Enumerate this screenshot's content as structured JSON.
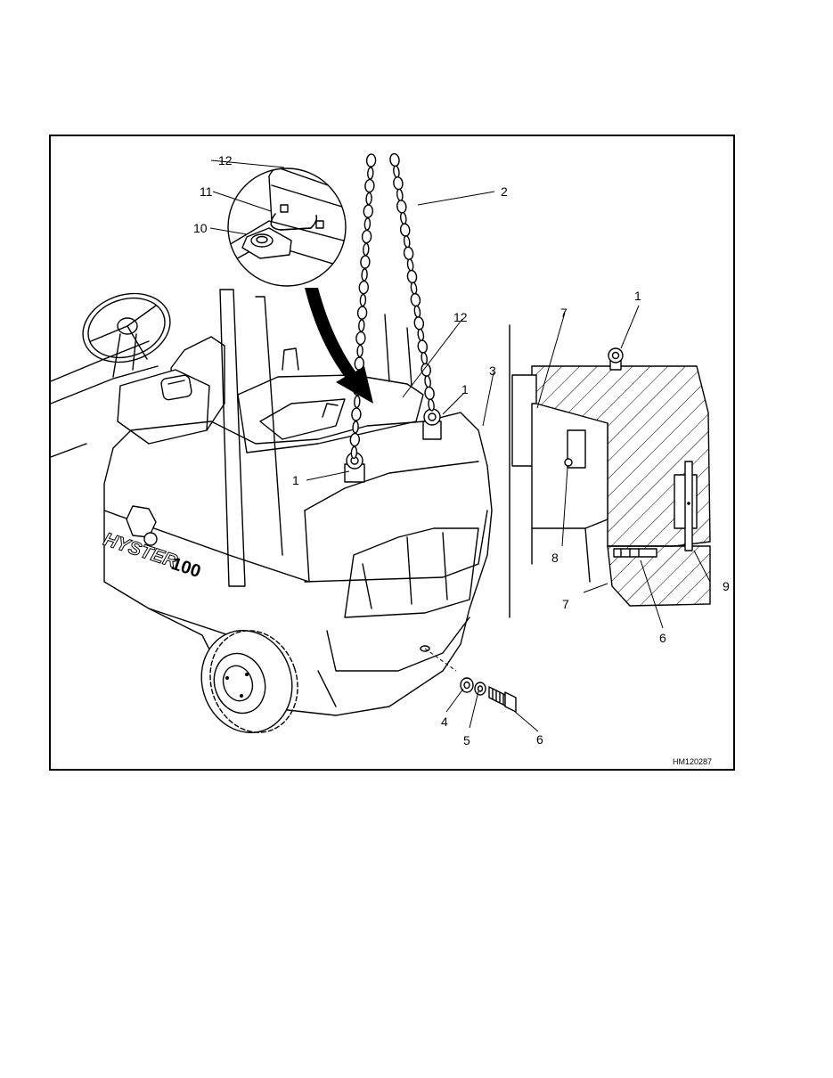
{
  "figure": {
    "id_label": "HM120287",
    "brand_text": "HYSTER",
    "model_text": "100",
    "callouts": [
      {
        "key": "c1a",
        "text": "1"
      },
      {
        "key": "c1b",
        "text": "1"
      },
      {
        "key": "c1c",
        "text": "1"
      },
      {
        "key": "c2",
        "text": "2"
      },
      {
        "key": "c3",
        "text": "3"
      },
      {
        "key": "c4",
        "text": "4"
      },
      {
        "key": "c5",
        "text": "5"
      },
      {
        "key": "c6a",
        "text": "6"
      },
      {
        "key": "c6b",
        "text": "6"
      },
      {
        "key": "c7a",
        "text": "7"
      },
      {
        "key": "c7b",
        "text": "7"
      },
      {
        "key": "c8",
        "text": "8"
      },
      {
        "key": "c9",
        "text": "9"
      },
      {
        "key": "c10",
        "text": "10"
      },
      {
        "key": "c11",
        "text": "11"
      },
      {
        "key": "c12a",
        "text": "12"
      },
      {
        "key": "c12b",
        "text": "12"
      }
    ]
  },
  "colors": {
    "ink": "#000000",
    "paper": "#ffffff"
  }
}
